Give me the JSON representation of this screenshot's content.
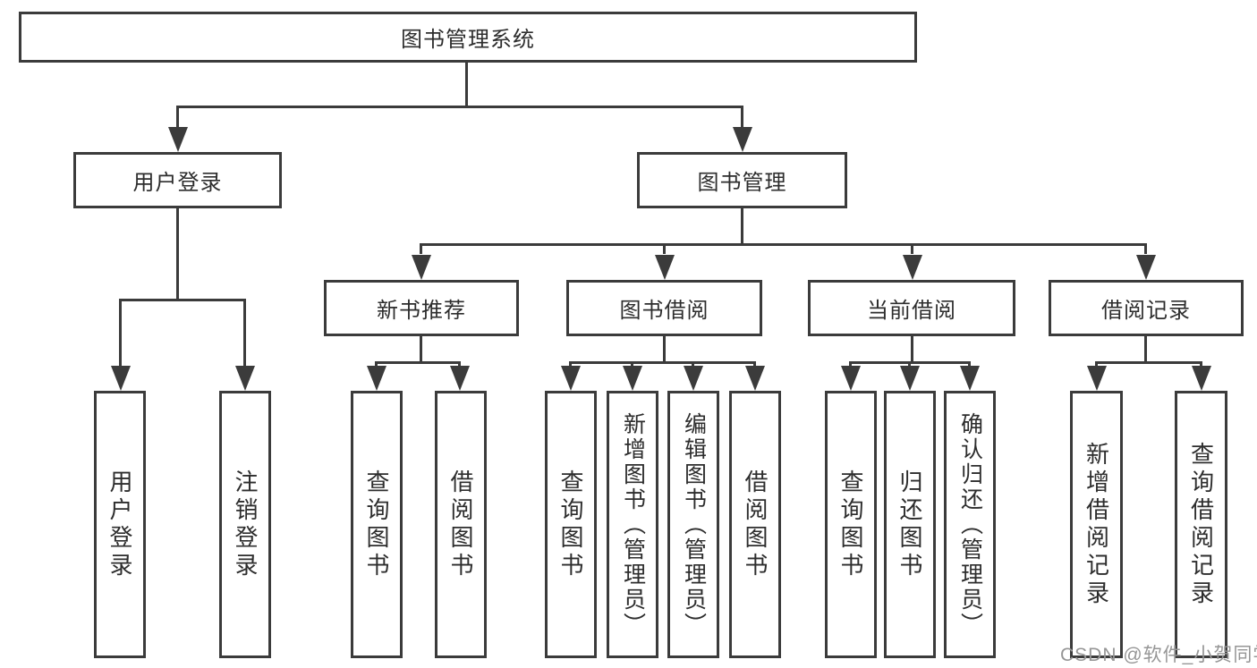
{
  "diagram": {
    "root": "图书管理系统",
    "level2": {
      "user_login": "用户登录",
      "book_mgmt": "图书管理"
    },
    "level3": {
      "new_book_rec": "新书推荐",
      "book_borrow": "图书借阅",
      "current_borrow": "当前借阅",
      "borrow_records": "借阅记录"
    },
    "leaves": {
      "user_login": "用户登录",
      "logout": "注销登录",
      "query_book_a": "查询图书",
      "borrow_book_a": "借阅图书",
      "query_book_b": "查询图书",
      "add_book": "新增图书（管理员）",
      "edit_book": "编辑图书（管理员）",
      "borrow_book_b": "借阅图书",
      "query_book_c": "查询图书",
      "return_book": "归还图书",
      "confirm_return": "确认归还（管理员）",
      "add_record": "新增借阅记录",
      "query_record": "查询借阅记录"
    }
  },
  "watermark": "CSDN @软件_小贺同学",
  "colors": {
    "line": "#3b3b3b",
    "text": "#2d2d2d",
    "watermark": "#969696"
  }
}
